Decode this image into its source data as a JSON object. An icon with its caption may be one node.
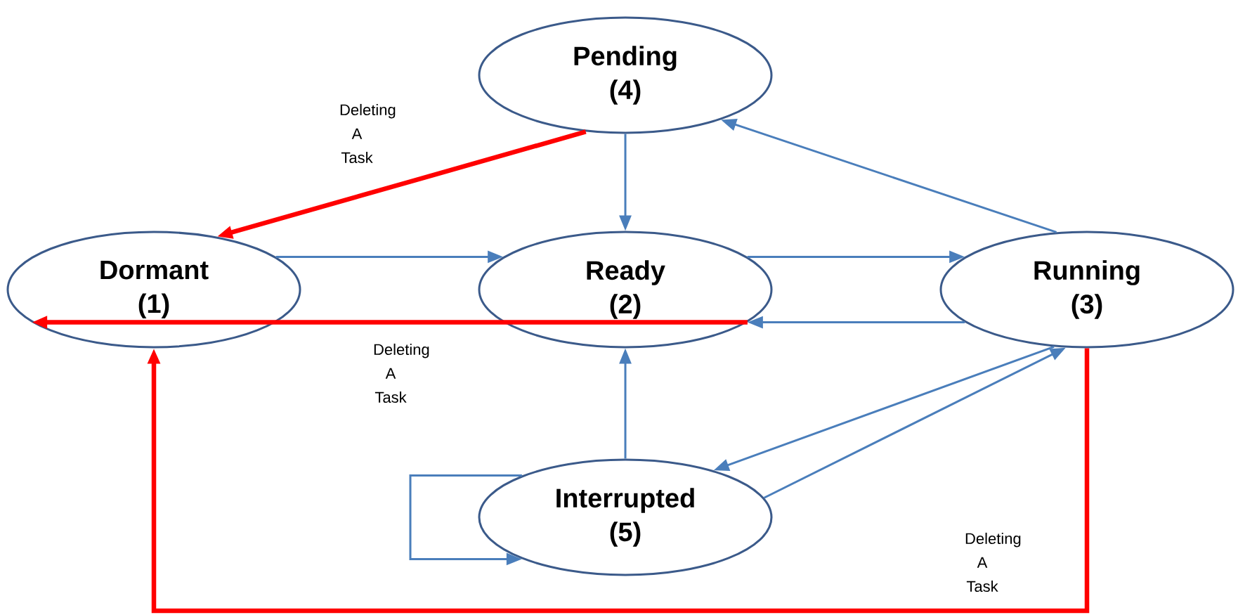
{
  "diagram": {
    "nodes": [
      {
        "text": [
          "Pending",
          "(4)"
        ]
      },
      {
        "text": [
          "Dormant",
          "(1)"
        ]
      },
      {
        "text": [
          "Ready",
          "(2)"
        ]
      },
      {
        "text": [
          "Running",
          "(3)"
        ]
      },
      {
        "text": [
          "Interrupted",
          "(5)"
        ]
      }
    ],
    "edges": [
      {
        "from": 0,
        "to": 1,
        "arrow": "to",
        "label": "Deleting A Task",
        "style": "thick",
        "color": "#ff0000"
      },
      {
        "from": 0,
        "to": 2,
        "arrow": "to"
      },
      {
        "from": 3,
        "to": 0,
        "arrow": "to"
      },
      {
        "from": 1,
        "to": 2,
        "arrow": "to"
      },
      {
        "from": 2,
        "to": 1,
        "arrow": "to",
        "label": "Deleting A Task",
        "style": "thick",
        "color": "#ff0000"
      },
      {
        "from": 2,
        "to": 3,
        "arrow": "to"
      },
      {
        "from": 3,
        "to": 2,
        "arrow": "to"
      },
      {
        "from": 4,
        "to": 2,
        "arrow": "to"
      },
      {
        "from": 3,
        "to": 4,
        "arrow": "to"
      },
      {
        "from": 4,
        "to": 3,
        "arrow": "to"
      },
      {
        "from": 4,
        "to": 4,
        "arrow": "to"
      },
      {
        "from": 3,
        "to": 1,
        "arrow": "to",
        "label": "Deleting A Task",
        "style": "thick",
        "color": "#ff0000"
      }
    ]
  }
}
